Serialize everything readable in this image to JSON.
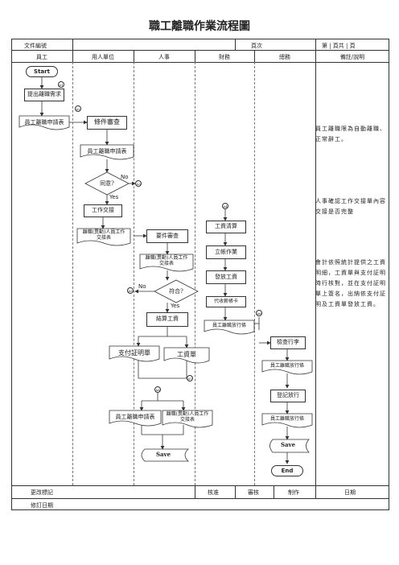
{
  "title": "職工離職作業流程圖",
  "header": {
    "doc_id_label": "文件編號",
    "page_label": "頁次",
    "page_info": "第 | 頁共 | 頁"
  },
  "columns": [
    "員工",
    "用人單位",
    "人事",
    "財務",
    "總務",
    "備註/說明"
  ],
  "nodes": {
    "start": "Start",
    "submit_request": "提出離職需求",
    "employee_form": "員工離職申請表",
    "review_terms": "條件審查",
    "employee_form_2": "員工離職申請表",
    "agree": "同意?",
    "no_1": "No",
    "yes_1": "Yes",
    "handover": "工作交接",
    "handover_list": "離職(異動)人員工作交接表",
    "doc_review": "要件審查",
    "handover_list_2": "離職(異動)人員工作交接表",
    "compliant": "符合?",
    "no_2": "No",
    "yes_2": "Yes",
    "settle_wage": "結算工資",
    "salary_calc": "工資清算",
    "account_op": "立帳作業",
    "pay_wage": "發放工資",
    "bank_card": "代收薪帳卡",
    "release_slip_1": "員工離職放行條",
    "inspect_luggage": "檢查行李",
    "release_slip_2": "員工離職放行條",
    "pay_certificate": "支付証明單",
    "wage_slip": "工資單",
    "employee_form_3": "員工離職申請表",
    "handover_list_3": "離職(異動)人員工作交接表",
    "save_1": "Save",
    "register_release": "登記放行",
    "release_slip_3": "員工離職放行條",
    "save_2": "Save",
    "end": "End"
  },
  "connectors": [
    "A1",
    "A2",
    "A3",
    "A4",
    "A5",
    "A6",
    "A7",
    "A8"
  ],
  "notes": {
    "note_1": "員工離職限為自動離職、正常辭工。",
    "note_2": "人事確認工作交接單內容交接是否完整",
    "note_3": "會計依照統計提供之工資明細，工資單與支付証明時行核對，並在支付証明單上簽名，出納依支付証明及工資單發放工資。"
  },
  "footer": {
    "change_mark": "更改標記",
    "approve": "核准",
    "review": "審核",
    "prepare": "制作",
    "date": "日期",
    "revision_date": "修訂日期"
  }
}
